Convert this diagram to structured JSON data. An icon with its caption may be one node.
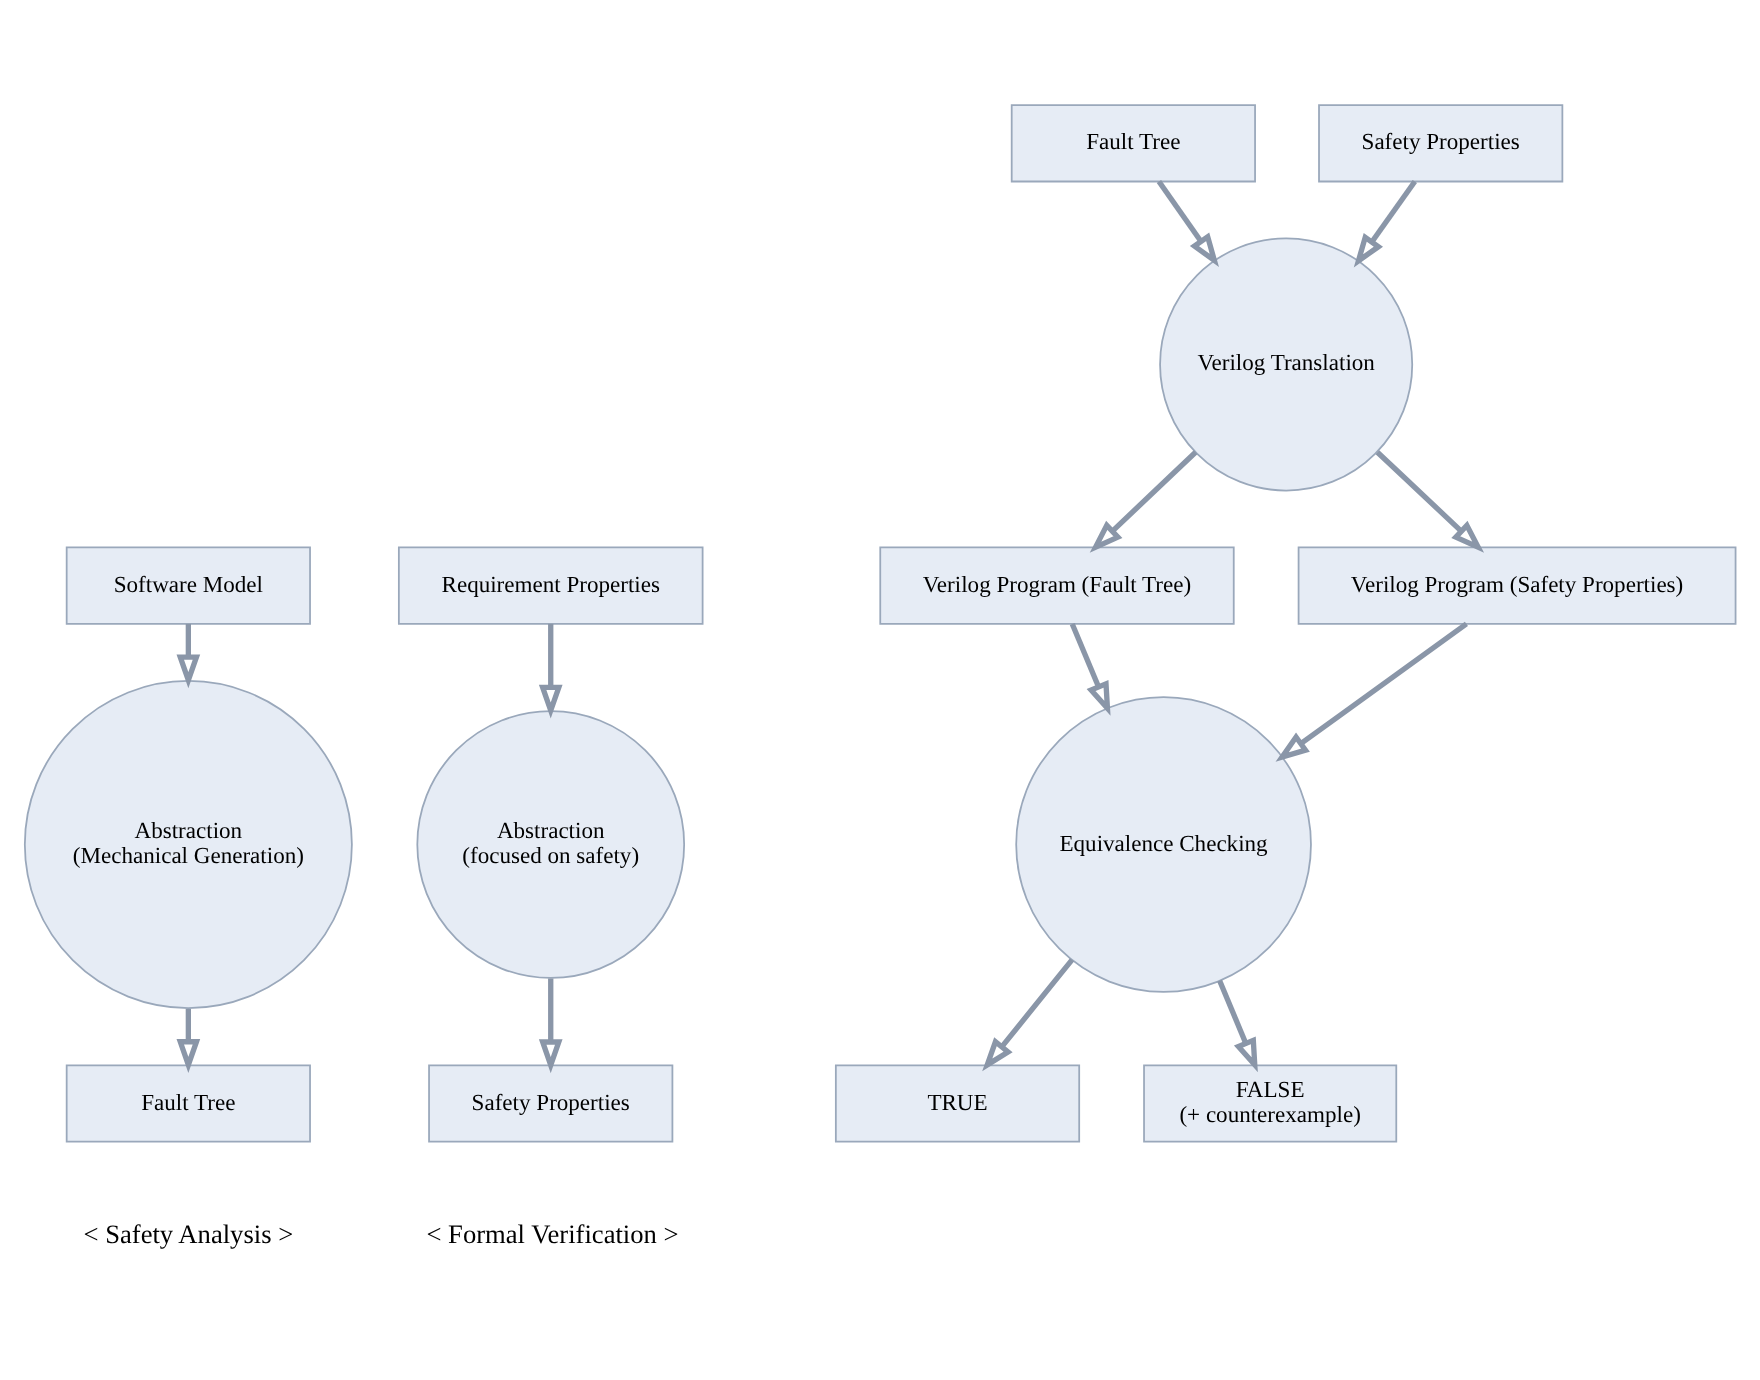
{
  "diagram": {
    "nodes": [
      {
        "text": [
          "Software Model"
        ]
      },
      {
        "text": [
          "Abstraction",
          "(Mechanical Generation)"
        ]
      },
      {
        "text": [
          "Fault Tree"
        ]
      },
      {
        "text": [
          "Requirement Properties"
        ]
      },
      {
        "text": [
          "Abstraction",
          "(focused on safety)"
        ]
      },
      {
        "text": [
          "Safety Properties"
        ]
      },
      {
        "text": [
          "Fault Tree"
        ]
      },
      {
        "text": [
          "Safety Properties"
        ]
      },
      {
        "text": [
          "Verilog Translation"
        ]
      },
      {
        "text": [
          "Verilog Program (Fault Tree)"
        ]
      },
      {
        "text": [
          "Verilog Program (Safety Properties)"
        ]
      },
      {
        "text": [
          "Equivalence Checking"
        ]
      },
      {
        "text": [
          "TRUE"
        ]
      },
      {
        "text": [
          "FALSE",
          "(+ counterexample)"
        ]
      }
    ],
    "edges": [
      {
        "from": 0,
        "to": 1,
        "arrow": "to"
      },
      {
        "from": 1,
        "to": 2,
        "arrow": "to"
      },
      {
        "from": 3,
        "to": 4,
        "arrow": "to"
      },
      {
        "from": 4,
        "to": 5,
        "arrow": "to"
      },
      {
        "from": 6,
        "to": 8,
        "arrow": "to"
      },
      {
        "from": 7,
        "to": 8,
        "arrow": "to"
      },
      {
        "from": 8,
        "to": 9,
        "arrow": "to"
      },
      {
        "from": 8,
        "to": 10,
        "arrow": "to"
      },
      {
        "from": 9,
        "to": 11,
        "arrow": "to"
      },
      {
        "from": 10,
        "to": 11,
        "arrow": "to"
      },
      {
        "from": 11,
        "to": 12,
        "arrow": "to"
      },
      {
        "from": 11,
        "to": 13,
        "arrow": "to"
      }
    ],
    "labels": [
      "< Safety Analysis >",
      "< Formal Verification >"
    ]
  }
}
